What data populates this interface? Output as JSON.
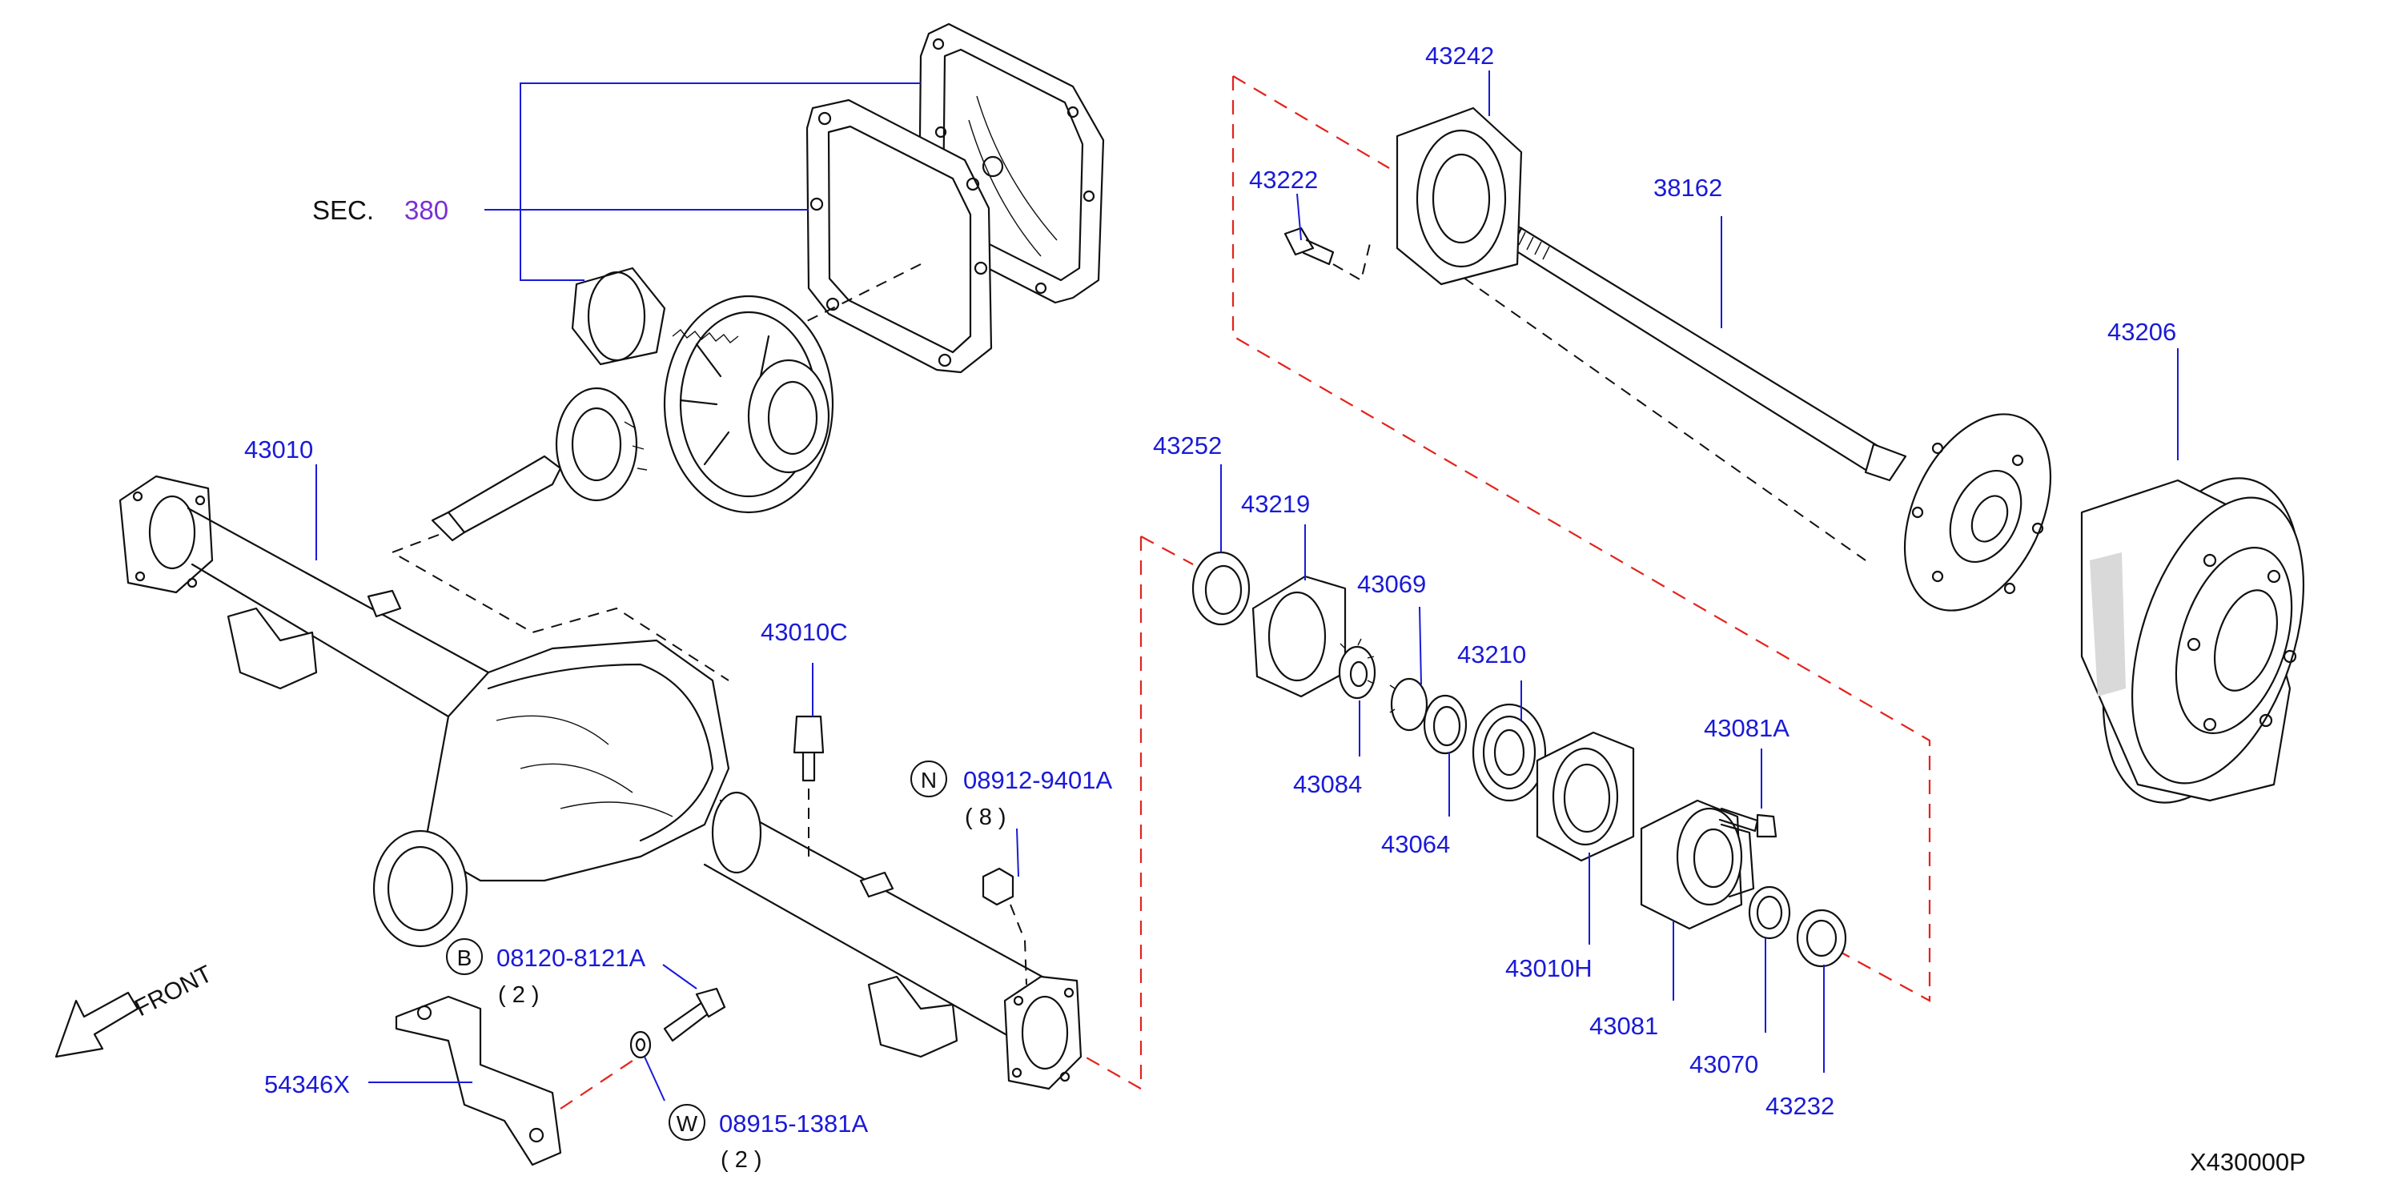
{
  "colors": {
    "label": "#1a1ad9",
    "section_number": "#7a2fd4",
    "text": "#111111",
    "cut_line": "#e3231c"
  },
  "section_ref": {
    "prefix": "SEC.",
    "number": "380"
  },
  "front_label": "FRONT",
  "diagram_id": "X430000P",
  "parts": {
    "p43242": "43242",
    "p43222": "43222",
    "p38162": "38162",
    "p43206": "43206",
    "p43010": "43010",
    "p43252": "43252",
    "p43219": "43219",
    "p43069": "43069",
    "p43210": "43210",
    "p43010C": "43010C",
    "p43081A": "43081A",
    "p43084": "43084",
    "p43064": "43064",
    "p43010H": "43010H",
    "p43081": "43081",
    "p43070": "43070",
    "p43232": "43232",
    "p54346X": "54346X"
  },
  "fasteners": {
    "nut": {
      "badge": "N",
      "part": "08912-9401A",
      "qty": "( 8 )"
    },
    "bolt": {
      "badge": "B",
      "part": "08120-8121A",
      "qty": "( 2 )"
    },
    "washer": {
      "badge": "W",
      "part": "08915-1381A",
      "qty": "( 2 )"
    }
  }
}
